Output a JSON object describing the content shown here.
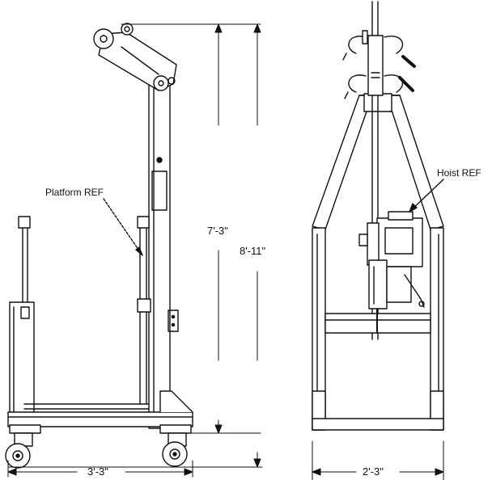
{
  "labels": {
    "platform_ref": "Platform REF",
    "hoist_ref": "Hoist REF",
    "height_7_3": "7'-3\"",
    "height_8_11": "8'-11\"",
    "width_3_3": "3'-3\"",
    "width_2_3": "2'-3\""
  },
  "colors": {
    "line": "#111111",
    "fill": "#ffffff"
  }
}
